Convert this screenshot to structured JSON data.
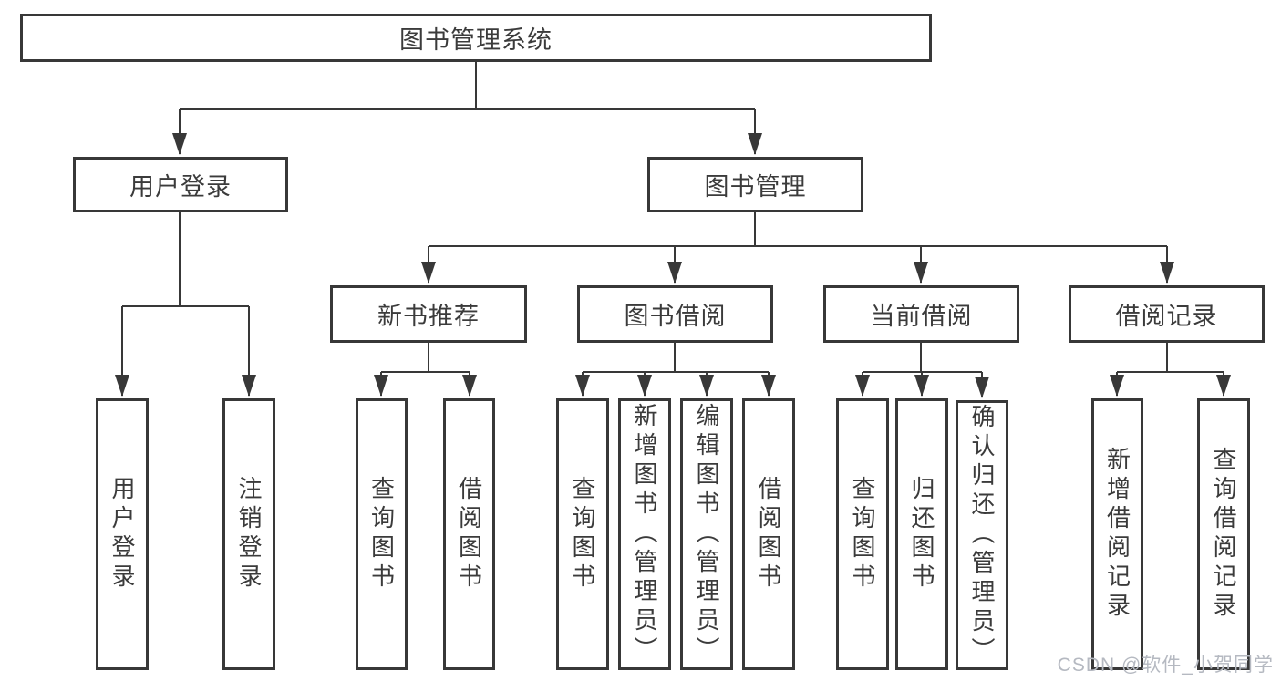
{
  "diagram": {
    "root": "图书管理系统",
    "level2": [
      "用户登录",
      "图书管理"
    ],
    "level3": [
      "新书推荐",
      "图书借阅",
      "当前借阅",
      "借阅记录"
    ],
    "leaves": {
      "login": [
        "用户登录",
        "注销登录"
      ],
      "recommend": [
        "查询图书",
        "借阅图书"
      ],
      "borrow": [
        "查询图书",
        "新增图书（管理员）",
        "编辑图书（管理员）",
        "借阅图书"
      ],
      "current": [
        "查询图书",
        "归还图书",
        "确认归还（管理员）"
      ],
      "records": [
        "新增借阅记录",
        "查询借阅记录"
      ]
    }
  },
  "watermark": "CSDN @软件_小贺同学",
  "colors": {
    "line": "#383838",
    "text": "#3b3b3b",
    "watermark": "#b5b9c1"
  }
}
